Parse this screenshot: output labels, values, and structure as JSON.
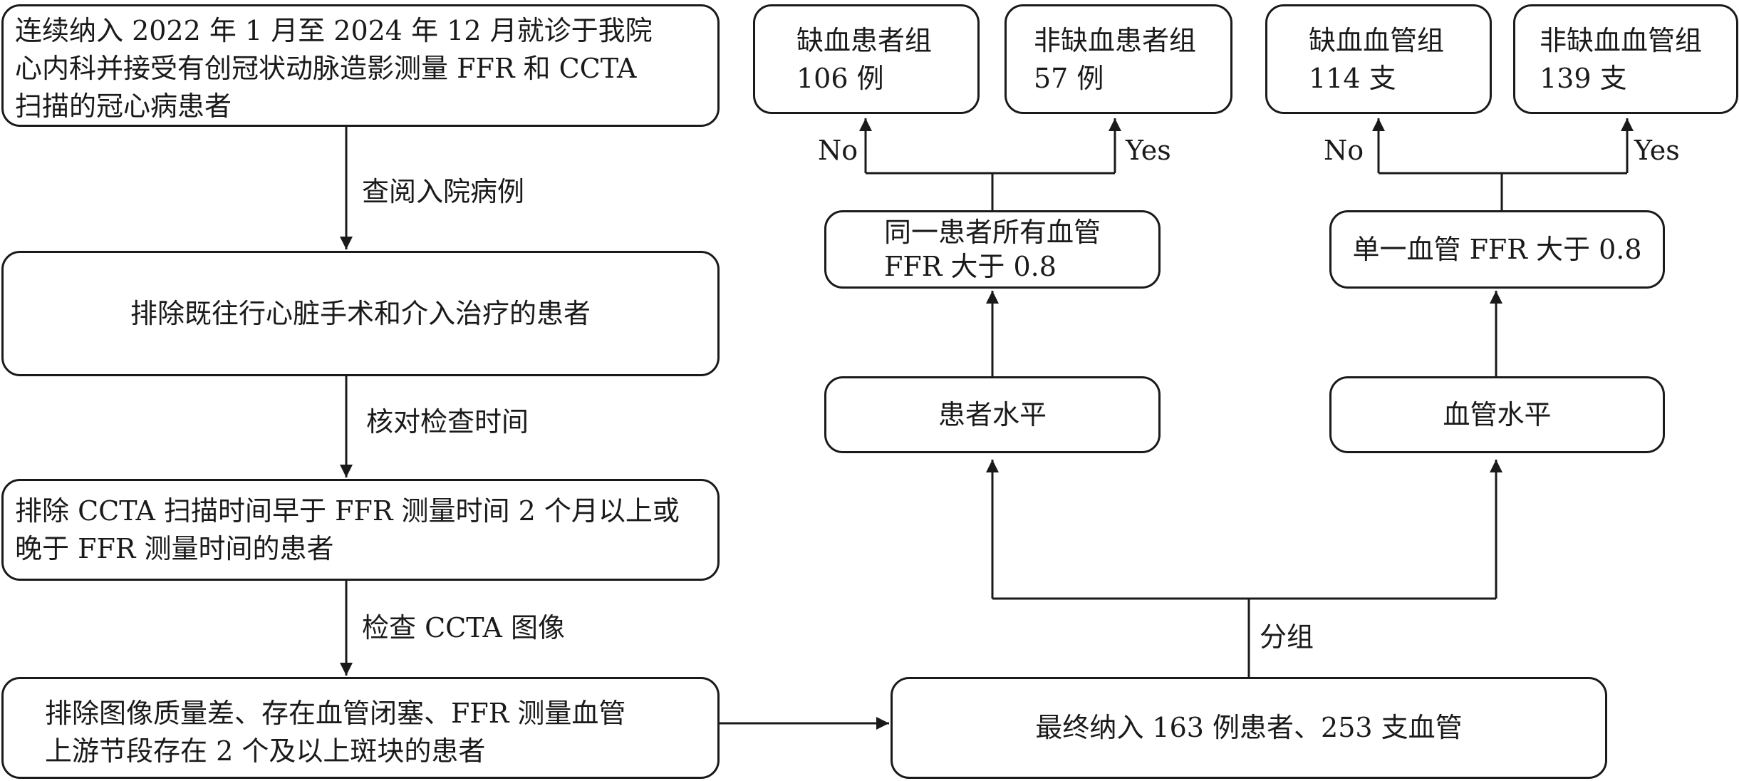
{
  "boxes": {
    "enroll": "连续纳入 2022 年 1 月至 2024 年 12 月就诊于我院\n心内科并接受有创冠状动脉造影测量 FFR 和 CCTA\n扫描的冠心病患者",
    "exclude1": "排除既往行心脏手术和介入治疗的患者",
    "exclude2": "排除 CCTA 扫描时间早于 FFR 测量时间 2 个月以上或\n晚于 FFR 测量时间的患者",
    "exclude3": "排除图像质量差、存在血管闭塞、FFR 测量血管\n上游节段存在 2 个及以上斑块的患者",
    "final": "最终纳入 163 例患者、253 支血管",
    "patient_level": "患者水平",
    "vessel_level": "血管水平",
    "patient_criterion": "同一患者所有血管\nFFR 大于 0.8",
    "vessel_criterion": "单一血管 FFR 大于 0.8",
    "ischemic_patient": "缺血患者组\n106 例",
    "nonischemic_patient": "非缺血患者组\n57 例",
    "ischemic_vessel": "缺血血管组\n114 支",
    "nonischemic_vessel": "非缺血血管组\n139 支"
  },
  "labels": {
    "review_records": "查阅入院病例",
    "check_time": "核对检查时间",
    "check_images": "检查 CCTA 图像",
    "grouping": "分组",
    "no": "No",
    "yes": "Yes"
  }
}
